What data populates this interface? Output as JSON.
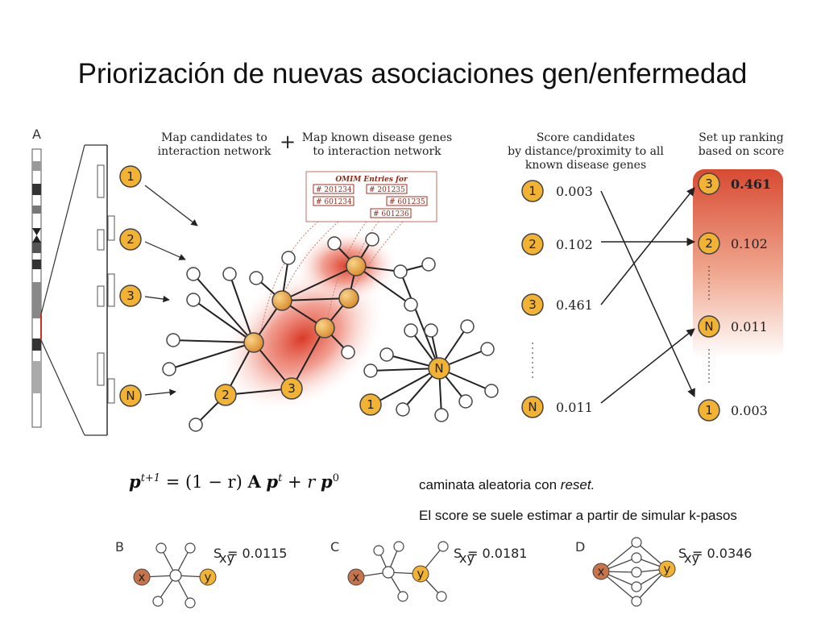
{
  "title": "Priorización de nuevas asociaciones gen/enfermedad",
  "panel_a": {
    "letter": "A",
    "header_map_candidates": [
      "Map candidates to",
      "interaction network"
    ],
    "plus": "+",
    "header_map_known": [
      "Map known disease genes",
      "to interaction network"
    ],
    "header_score": [
      "Score candidates",
      "by distance/proximity to all",
      "known disease genes"
    ],
    "header_rank": [
      "Set up ranking",
      "based on score"
    ],
    "omim_title": "OMIM Entries for",
    "omim_entries": [
      "# 201234",
      "# 201235",
      "# 601234",
      "# 601235",
      "# 601236"
    ],
    "candidates": [
      "1",
      "2",
      "3",
      "N"
    ],
    "network_candidate_labels": [
      "2",
      "3",
      "N",
      "1"
    ],
    "scores": [
      {
        "label": "1",
        "value": "0.003"
      },
      {
        "label": "2",
        "value": "0.102"
      },
      {
        "label": "3",
        "value": "0.461"
      },
      {
        "label": "N",
        "value": "0.011"
      }
    ],
    "ranking": [
      {
        "label": "3",
        "value": "0.461"
      },
      {
        "label": "2",
        "value": "0.102"
      },
      {
        "label": "N",
        "value": "0.011"
      },
      {
        "label": "1",
        "value": "0.003"
      }
    ]
  },
  "formula": {
    "lhs": "p",
    "lhs_sup": "t+1",
    "middle": " = (1 − r) ",
    "A": "A",
    "p": "p",
    "p_sup": "t",
    "plus_r": " + r ",
    "p0_sup": "0"
  },
  "captions": {
    "line1_prefix": "caminata aleatoria con ",
    "line1_italic": "reset.",
    "line2": "El score se suele estimar a partir de simular k-pasos"
  },
  "examples": [
    {
      "letter": "B",
      "sxy": "= 0.0115",
      "x": "x",
      "y": "y"
    },
    {
      "letter": "C",
      "sxy": "= 0.0181",
      "x": "x",
      "y": "y"
    },
    {
      "letter": "D",
      "sxy": "= 0.0346",
      "x": "x",
      "y": "y"
    }
  ],
  "colors": {
    "node_orange": "#f2b233",
    "node_border": "#444444",
    "heat_red": "#d8301c",
    "x_node": "#c8744a"
  }
}
